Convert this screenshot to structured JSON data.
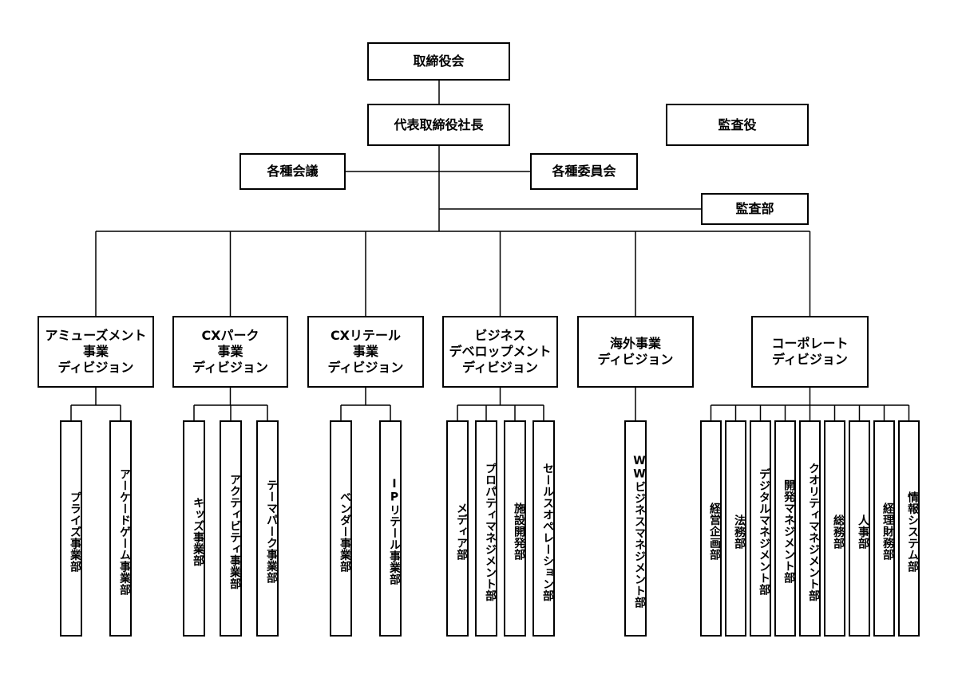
{
  "top": {
    "board": "取締役会",
    "president": "代表取締役社長",
    "auditor": "監査役",
    "meetings": "各種会議",
    "committees": "各種委員会",
    "audit_dept": "監査部"
  },
  "divisions": [
    {
      "name": "アミューズメント\n事業\nディビジョン",
      "departments": [
        "プライズ事業部",
        "アーケードゲーム事業部"
      ]
    },
    {
      "name": "CXパーク\n事業\nディビジョン",
      "departments": [
        "キッズ事業部",
        "アクティビティ事業部",
        "テーマパーク事業部"
      ]
    },
    {
      "name": "CXリテール\n事業\nディビジョン",
      "departments": [
        "ベンダー事業部",
        "IPリテール事業部"
      ]
    },
    {
      "name": "ビジネス\nデベロップメント\nディビジョン",
      "departments": [
        "メディア部",
        "プロパティマネジメント部",
        "施設開発部",
        "セールスオペレーション部"
      ]
    },
    {
      "name": "海外事業\nディビジョン",
      "departments": [
        "WWビジネスマネジメント部"
      ]
    },
    {
      "name": "コーポレート\nディビジョン",
      "departments": [
        "経営企画部",
        "法務部",
        "デジタルマネジメント部",
        "開発マネジメント部",
        "クオリティマネジメント部",
        "総務部",
        "人事部",
        "経理財務部",
        "情報システム部"
      ]
    }
  ]
}
